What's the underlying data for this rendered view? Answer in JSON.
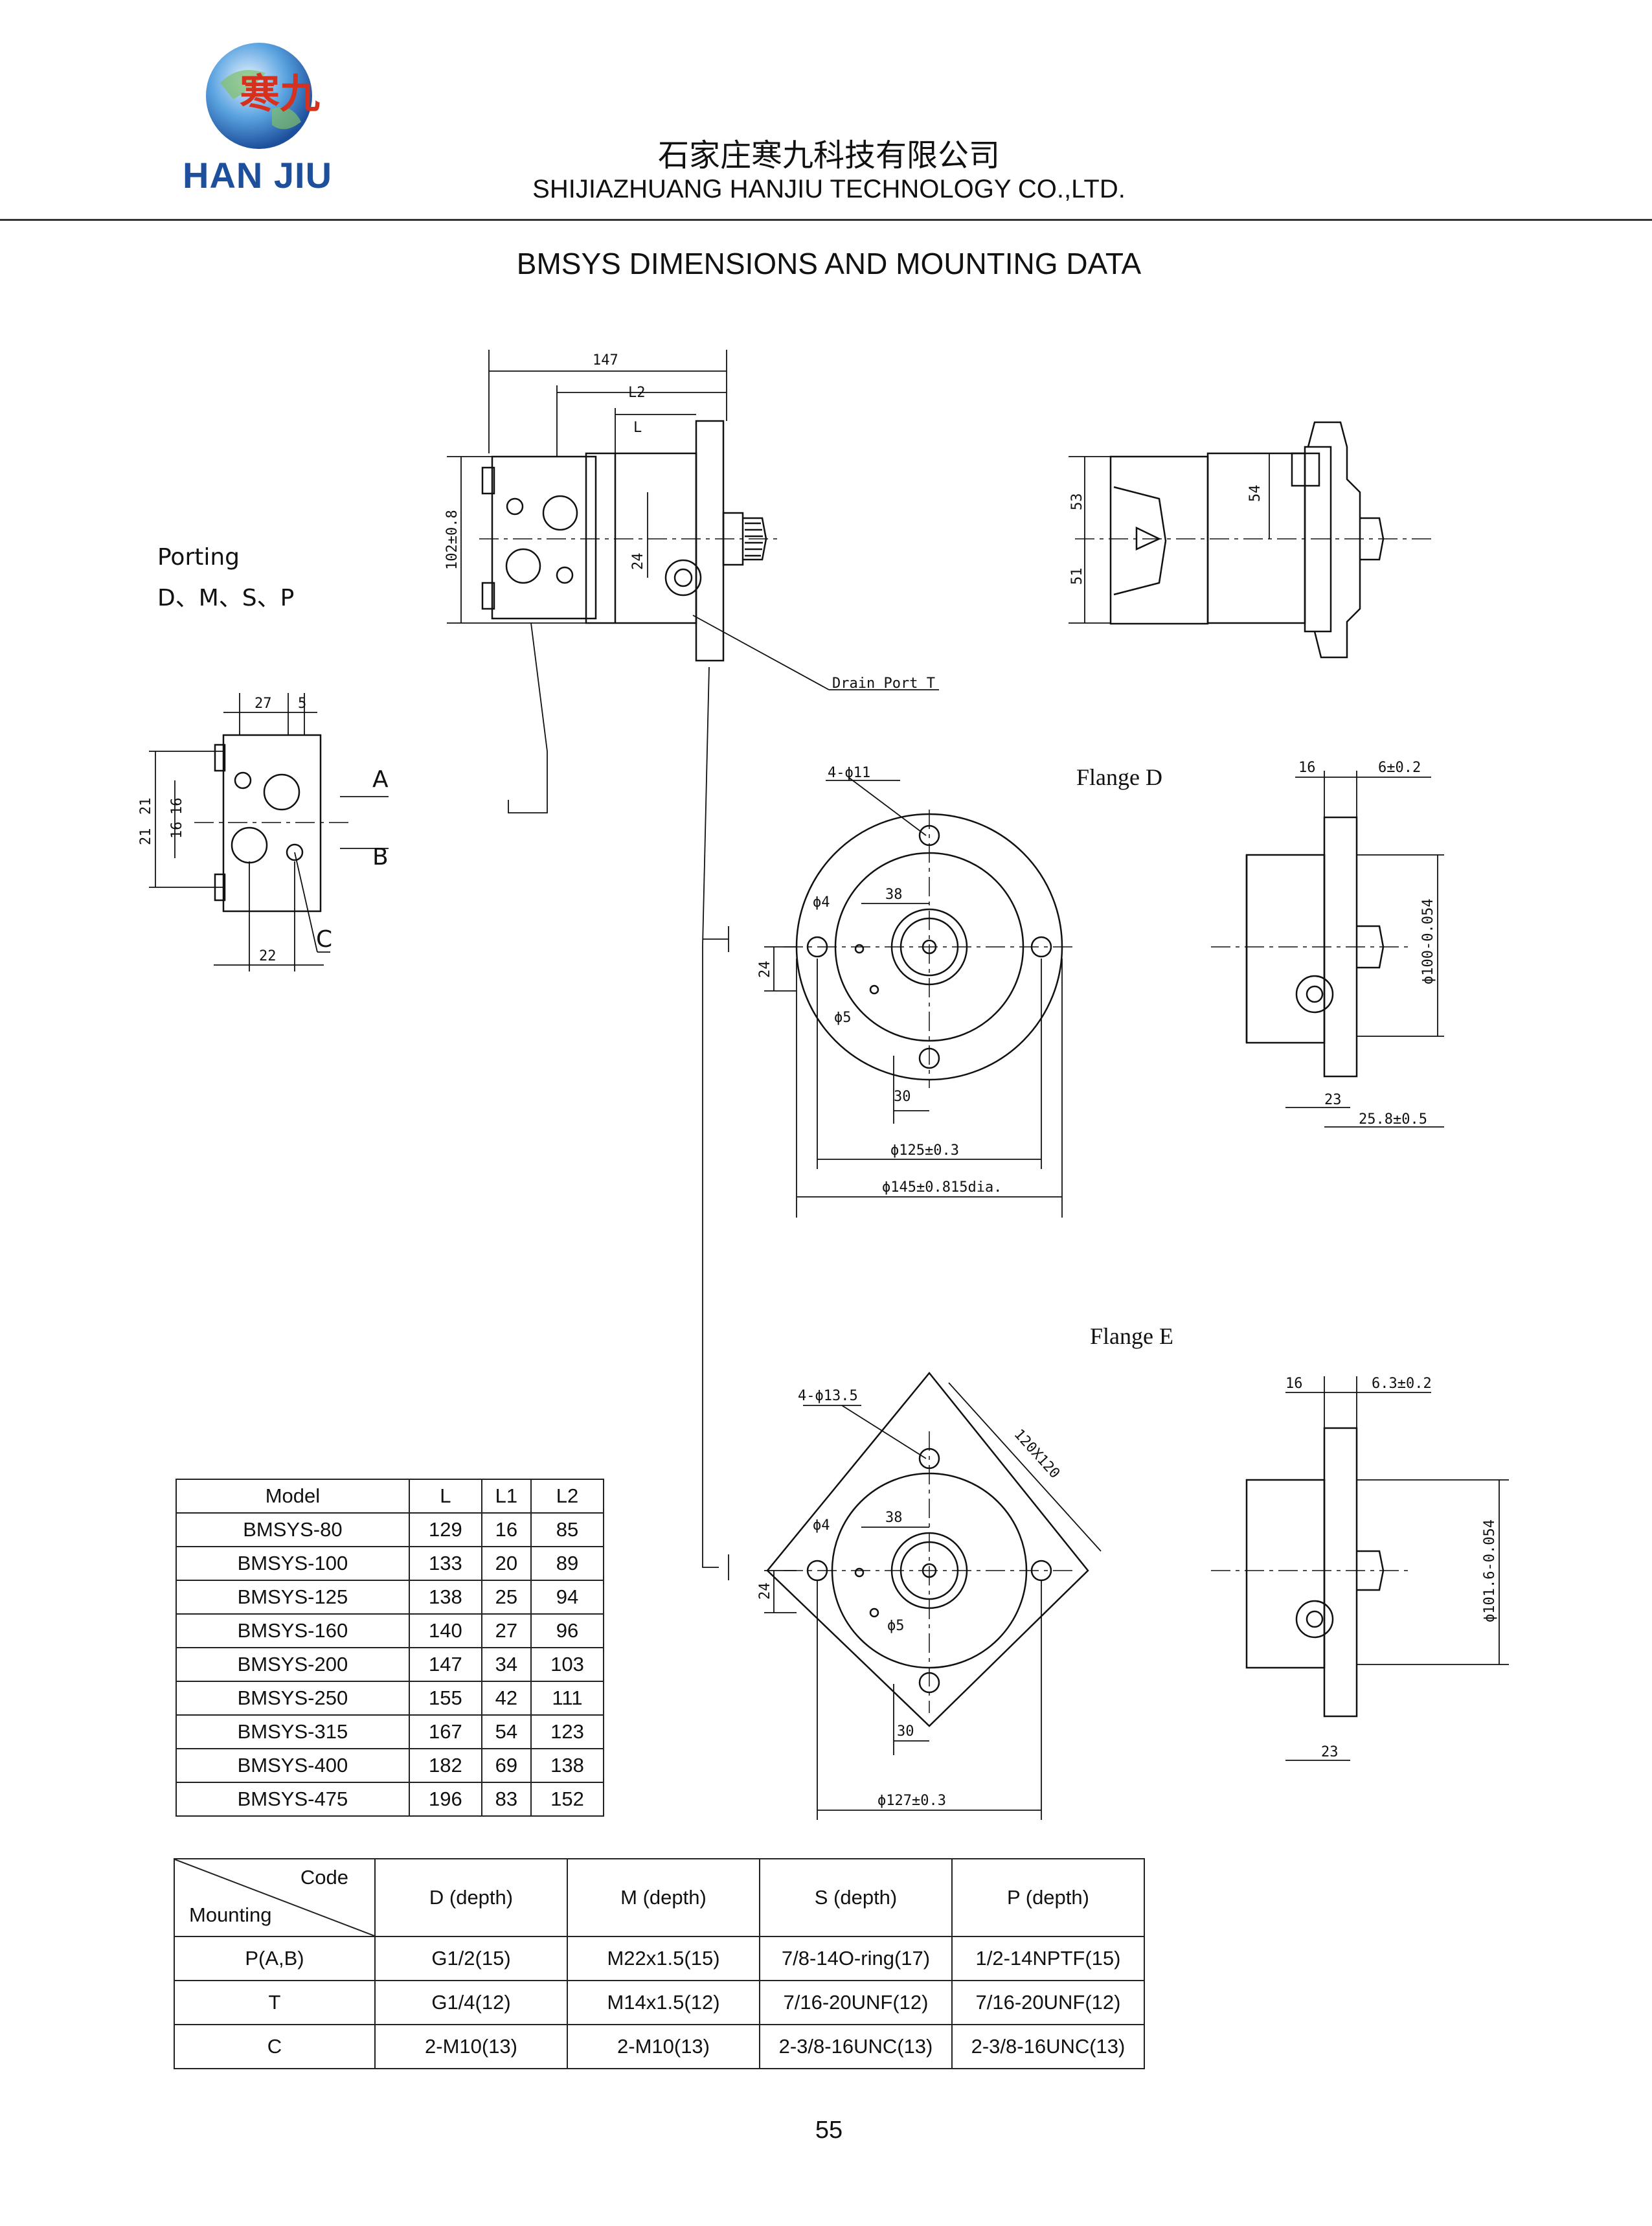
{
  "header": {
    "logo_text": "HAN JIU",
    "logo_chars": "寒九",
    "company_cn": "石家庄寒九科技有限公司",
    "company_en": "SHIJIAZHUANG HANJIU TECHNOLOGY CO.,LTD."
  },
  "title": "BMSYS DIMENSIONS AND MOUNTING DATA",
  "drawing_labels": {
    "porting": "Porting",
    "porting_types": "D、M、S、P",
    "drain_port": "Drain Port T",
    "flange_d": "Flange D",
    "flange_e": "Flange E",
    "port_a": "A",
    "port_b": "B",
    "port_c": "C",
    "dims": {
      "d147": "147",
      "l2": "L2",
      "l": "L",
      "d102": "102±0.8",
      "d24_side": "24",
      "d53": "53",
      "d51": "51",
      "d54": "54",
      "d27": "27",
      "d5": "5",
      "d21a": "21",
      "d21b": "21",
      "d16a": "16",
      "d16b": "16",
      "d22": "22",
      "fd_holes": "4-ϕ11",
      "fd_phi4": "ϕ4",
      "fd_38": "38",
      "fd_24": "24",
      "fd_phi5": "ϕ5",
      "fd_30": "30",
      "fd_125": "ϕ125±0.3",
      "fd_145": "ϕ145±0.815dia.",
      "fd_16": "16",
      "fd_6": "6±0.2",
      "fd_100": "ϕ100-0.054",
      "fd_23": "23",
      "fd_258": "25.8±0.5",
      "fe_holes": "4-ϕ13.5",
      "fe_120": "120X120",
      "fe_phi4": "ϕ4",
      "fe_38": "38",
      "fe_24": "24",
      "fe_phi5": "ϕ5",
      "fe_30": "30",
      "fe_127": "ϕ127±0.3",
      "fe_16": "16",
      "fe_63": "6.3±0.2",
      "fe_1016": "ϕ101.6-0.054",
      "fe_23": "23"
    }
  },
  "model_table": {
    "headers": [
      "Model",
      "L",
      "L1",
      "L2"
    ],
    "rows": [
      [
        "BMSYS-80",
        "129",
        "16",
        "85"
      ],
      [
        "BMSYS-100",
        "133",
        "20",
        "89"
      ],
      [
        "BMSYS-125",
        "138",
        "25",
        "94"
      ],
      [
        "BMSYS-160",
        "140",
        "27",
        "96"
      ],
      [
        "BMSYS-200",
        "147",
        "34",
        "103"
      ],
      [
        "BMSYS-250",
        "155",
        "42",
        "111"
      ],
      [
        "BMSYS-315",
        "167",
        "54",
        "123"
      ],
      [
        "BMSYS-400",
        "182",
        "69",
        "138"
      ],
      [
        "BMSYS-475",
        "196",
        "83",
        "152"
      ]
    ]
  },
  "code_table": {
    "corner_code": "Code",
    "corner_mounting": "Mounting",
    "headers": [
      "D (depth)",
      "M (depth)",
      "S (depth)",
      "P (depth)"
    ],
    "rows": [
      [
        "P(A,B)",
        "G1/2(15)",
        "M22x1.5(15)",
        "7/8-14O-ring(17)",
        "1/2-14NPTF(15)"
      ],
      [
        "T",
        "G1/4(12)",
        "M14x1.5(12)",
        "7/16-20UNF(12)",
        "7/16-20UNF(12)"
      ],
      [
        "C",
        "2-M10(13)",
        "2-M10(13)",
        "2-3/8-16UNC(13)",
        "2-3/8-16UNC(13)"
      ]
    ]
  },
  "page_number": "55",
  "colors": {
    "logo_blue": "#1d4f9c",
    "logo_red": "#d6301f"
  }
}
